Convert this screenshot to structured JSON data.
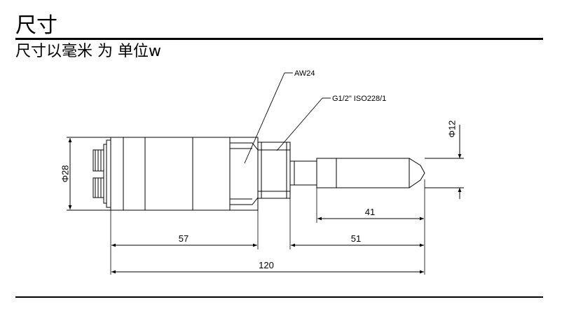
{
  "header": {
    "title": "尺寸"
  },
  "section": {
    "subtitle": "尺寸以毫米 为 单位w"
  },
  "drawing": {
    "callouts": {
      "wrench": "AW24",
      "thread": "G1/2\" ISO228/1"
    },
    "dimensions": {
      "body_diameter": "Φ28",
      "probe_diameter": "Φ12",
      "probe_length": "41",
      "thread_to_tip": "51",
      "body_length": "57",
      "total_length": "120"
    }
  }
}
